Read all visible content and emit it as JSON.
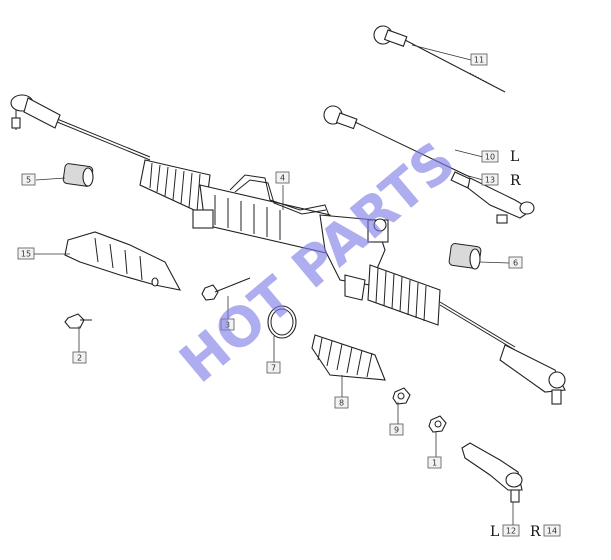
{
  "callouts": [
    {
      "id": "c1",
      "label": "1"
    },
    {
      "id": "c2",
      "label": "2"
    },
    {
      "id": "c3",
      "label": "3"
    },
    {
      "id": "c4",
      "label": "4"
    },
    {
      "id": "c5",
      "label": "5"
    },
    {
      "id": "c6",
      "label": "6"
    },
    {
      "id": "c7",
      "label": "7"
    },
    {
      "id": "c8",
      "label": "8"
    },
    {
      "id": "c9",
      "label": "9"
    },
    {
      "id": "c10",
      "label": "10"
    },
    {
      "id": "c11",
      "label": "11"
    },
    {
      "id": "c12",
      "label": "12"
    },
    {
      "id": "c13",
      "label": "13"
    },
    {
      "id": "c14",
      "label": "14"
    },
    {
      "id": "c15",
      "label": "15"
    }
  ],
  "side_labels": {
    "left_a": "L",
    "right_a": "R",
    "left_b": "L",
    "right_b": "R"
  },
  "watermark": "HOT PARTS"
}
